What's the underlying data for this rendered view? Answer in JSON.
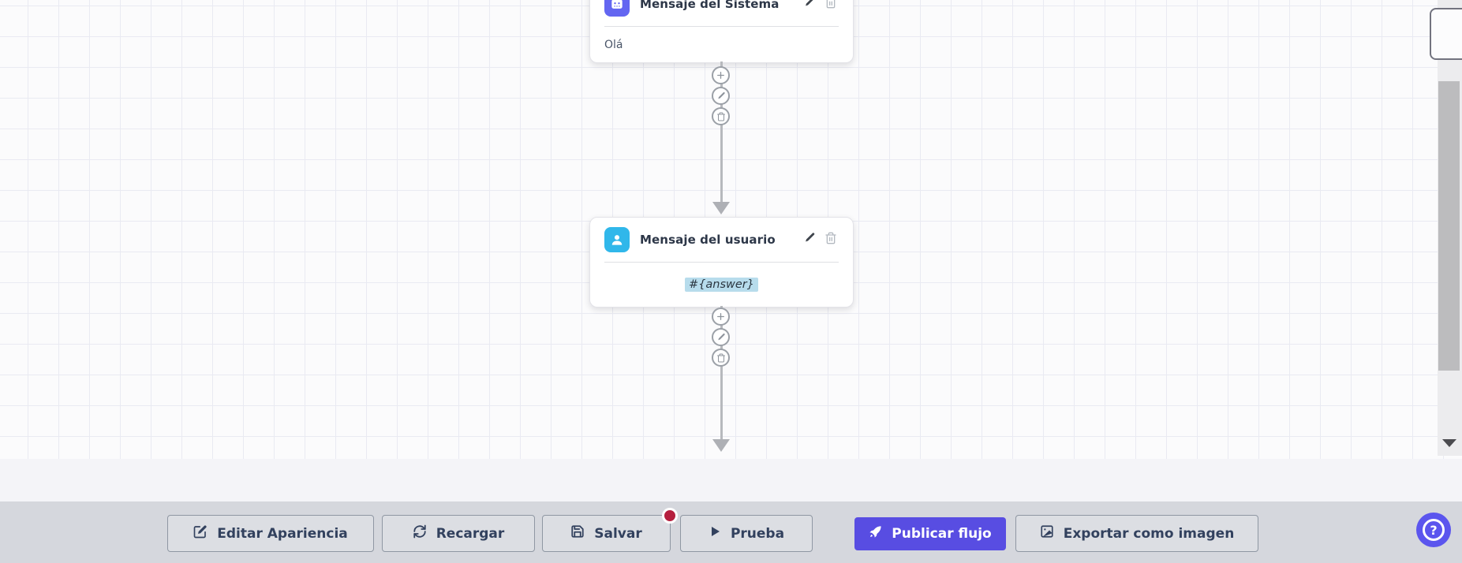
{
  "canvas": {
    "nodes": [
      {
        "title": "Mensaje del Sistema",
        "body": "Olá",
        "icon": "robot-icon",
        "icon_bg": "#6366f1"
      },
      {
        "title": "Mensaje del usuario",
        "body": "#{answer}",
        "icon": "user-icon",
        "icon_bg": "#30b7ea",
        "body_highlighted": true
      }
    ],
    "node_actions": [
      "edit",
      "delete"
    ],
    "connector_actions": [
      "add",
      "edit",
      "delete"
    ]
  },
  "toolbar": {
    "buttons": [
      {
        "label": "Editar Apariencia",
        "icon": "edit-icon"
      },
      {
        "label": "Recargar",
        "icon": "refresh-icon"
      },
      {
        "label": "Salvar",
        "icon": "save-icon",
        "badge": true
      },
      {
        "label": "Prueba",
        "icon": "play-icon"
      },
      {
        "label": "Publicar flujo",
        "icon": "rocket-icon",
        "primary": true
      },
      {
        "label": "Exportar como imagen",
        "icon": "image-icon"
      }
    ]
  },
  "help": {
    "label": "?"
  },
  "colors": {
    "accent": "#584de2",
    "badge": "#b51f3e",
    "system_icon_bg": "#6366f1",
    "user_icon_bg": "#30b7ea",
    "highlight": "#b7dcec",
    "toolbar_bg": "#d5d7dd",
    "connector": "#b7b9bd"
  }
}
